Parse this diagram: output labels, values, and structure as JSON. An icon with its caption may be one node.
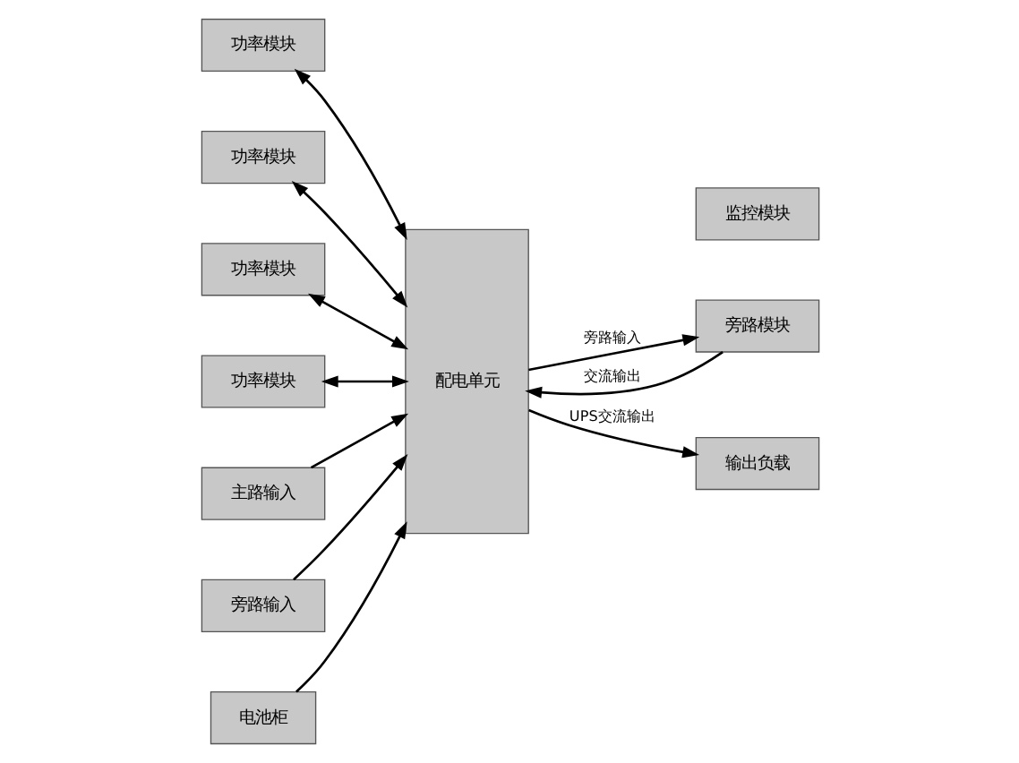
{
  "diagram": {
    "nodes": [
      {
        "text": [
          "功率模块"
        ]
      },
      {
        "text": [
          "功率模块"
        ]
      },
      {
        "text": [
          "功率模块"
        ]
      },
      {
        "text": [
          "功率模块"
        ]
      },
      {
        "text": [
          "旁路模块"
        ]
      },
      {
        "text": [
          "监控模块"
        ]
      },
      {
        "text": [
          "配电单元"
        ]
      },
      {
        "text": [
          "输出负载"
        ]
      },
      {
        "text": [
          "主路输入"
        ]
      },
      {
        "text": [
          "旁路输入"
        ]
      },
      {
        "text": [
          "电池柜"
        ]
      }
    ],
    "edges": [
      {
        "from": 0,
        "to": 6,
        "arrow": "both"
      },
      {
        "from": 1,
        "to": 6,
        "arrow": "both"
      },
      {
        "from": 2,
        "to": 6,
        "arrow": "both"
      },
      {
        "from": 3,
        "to": 6,
        "arrow": "both"
      },
      {
        "from": 6,
        "to": 4,
        "arrow": "to",
        "label": "旁路输入"
      },
      {
        "from": 4,
        "to": 6,
        "arrow": "to",
        "label": "交流输出"
      },
      {
        "from": 6,
        "to": 7,
        "arrow": "to",
        "label": "UPS交流输出"
      },
      {
        "from": 8,
        "to": 6,
        "arrow": "to"
      },
      {
        "from": 9,
        "to": 6,
        "arrow": "to"
      },
      {
        "from": 10,
        "to": 6,
        "arrow": "to"
      }
    ]
  }
}
